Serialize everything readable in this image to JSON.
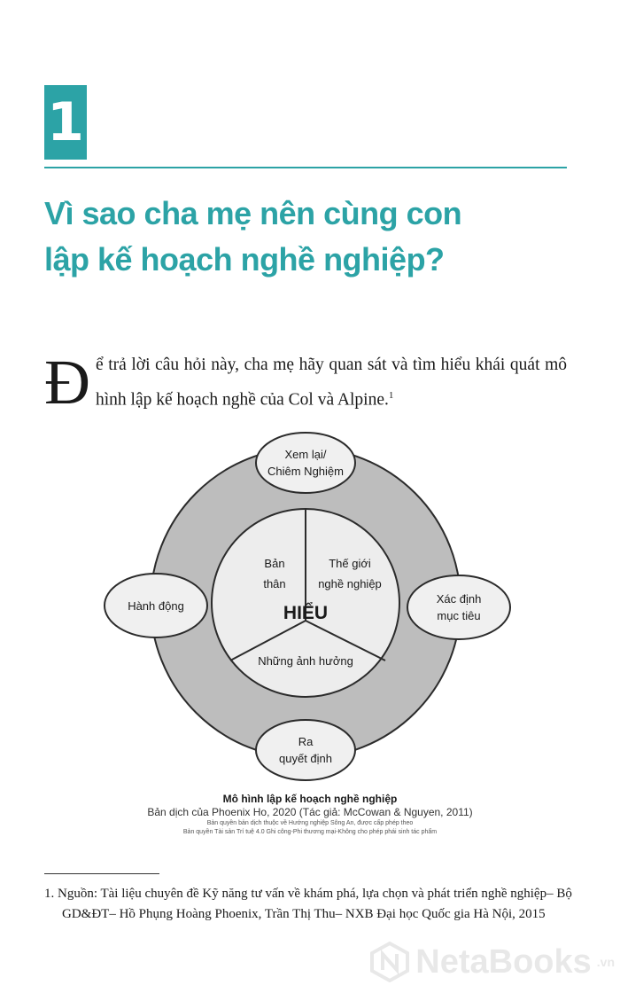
{
  "chapter": {
    "number": "1"
  },
  "title": {
    "line1": "Vì sao cha mẹ nên cùng con",
    "line2": "lập kế hoạch nghề nghiệp?"
  },
  "intro": {
    "dropcap": "Đ",
    "text": "ể trả lời câu hỏi này, cha mẹ hãy quan sát và tìm hiểu khái quát mô hình lập kế hoạch nghề của Col và Alpine.",
    "footnote_ref": "1"
  },
  "diagram": {
    "center_label": "HIỂU",
    "segments": {
      "self": [
        "Bản",
        "thân"
      ],
      "career_world": [
        "Thế giới",
        "nghề nghiệp"
      ],
      "influences": [
        "Những ảnh hưởng"
      ]
    },
    "nodes": {
      "top": [
        "Xem lại/",
        "Chiêm Nghiệm"
      ],
      "right": [
        "Xác định",
        "mục tiêu"
      ],
      "bottom": [
        "Ra",
        "quyết định"
      ],
      "left": [
        "Hành động"
      ]
    },
    "colors": {
      "outer_ring": "#bdbdbd",
      "inner_circle": "#ededed",
      "node_fill": "#f0f0f0",
      "stroke": "#2b2b2b"
    }
  },
  "caption": {
    "title": "Mô hình lập kế hoạch nghề nghiệp",
    "subtitle": "Bản dịch của Phoenix Ho, 2020 (Tác giả: McCowan & Nguyen, 2011)",
    "line3": "Bản quyền bản dịch thuộc về Hướng nghiệp Sông An, được cấp phép theo",
    "line4": "Bản quyền Tài sản Trí tuệ 4.0 Ghi công-Phi thương mại-Không cho phép phái sinh tác phẩm"
  },
  "footnote": {
    "text": "1. Nguồn: Tài liệu chuyên đề Kỹ năng tư vấn về khám phá, lựa chọn và phát triển nghề nghiệp– Bộ GD&ĐT– Hồ Phụng Hoàng Phoenix, Trần Thị Thu– NXB Đại học Quốc gia Hà Nội, 2015"
  },
  "watermark": {
    "brand": "NetaBooks",
    "suffix": ".vn",
    "icon": "netabooks-logo-icon"
  },
  "theme": {
    "accent": "#2ca3a6"
  }
}
